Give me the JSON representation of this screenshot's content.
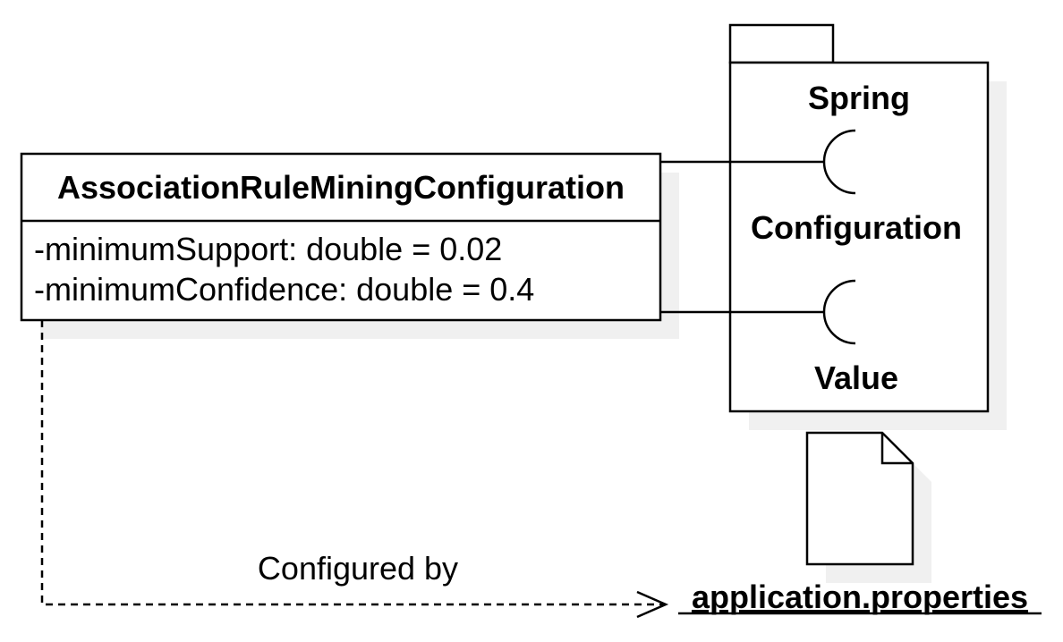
{
  "class_box": {
    "name": "AssociationRuleMiningConfiguration",
    "attributes": [
      "-minimumSupport: double = 0.02",
      "-minimumConfidence: double = 0.4"
    ]
  },
  "package": {
    "name": "Spring",
    "interfaces": [
      "Configuration",
      "Value"
    ]
  },
  "artifact": {
    "name": "application.properties"
  },
  "dependency": {
    "label": "Configured by"
  },
  "colors": {
    "line": "#000000",
    "shadow": "#f0f0f0",
    "fill": "#ffffff"
  }
}
